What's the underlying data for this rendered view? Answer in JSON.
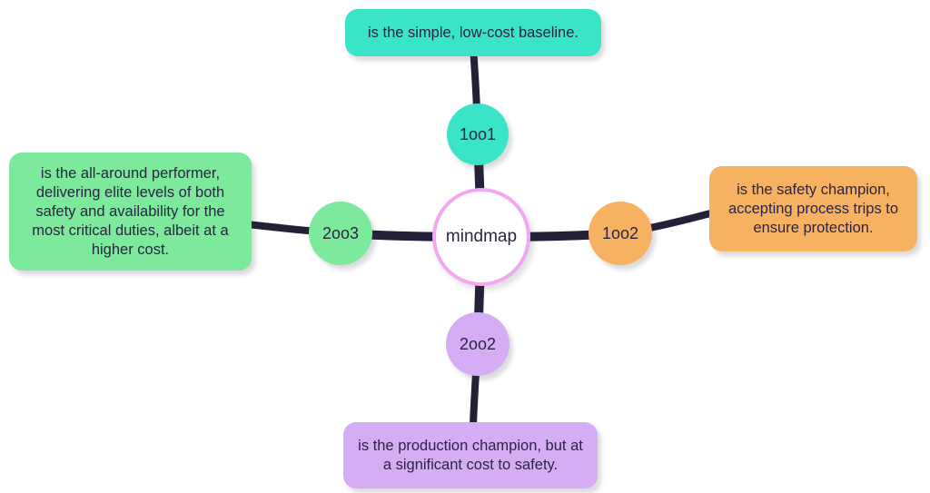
{
  "diagram": {
    "type": "mindmap",
    "root": {
      "label": "mindmap"
    },
    "branches": [
      {
        "node": "1oo1",
        "position": "top",
        "description": "is the simple, low-cost baseline.",
        "color": "#3ae4c7"
      },
      {
        "node": "2oo3",
        "position": "left",
        "description": "is the all-around performer, delivering elite levels of both safety and availability for the most critical duties, albeit at a higher cost.",
        "color": "#7de99c"
      },
      {
        "node": "1oo2",
        "position": "right",
        "description": "is the safety champion, accepting process trips to ensure protection.",
        "color": "#f7b261"
      },
      {
        "node": "2oo2",
        "position": "bottom",
        "description": "is the production champion, but at a significant cost to safety.",
        "color": "#d5adf4"
      }
    ],
    "style": {
      "edge_color": "#242038",
      "root_fill": "#ffffff",
      "root_border_color": "#f1a7f1",
      "text_color": "#2a2545",
      "background": "#ffffff"
    }
  }
}
